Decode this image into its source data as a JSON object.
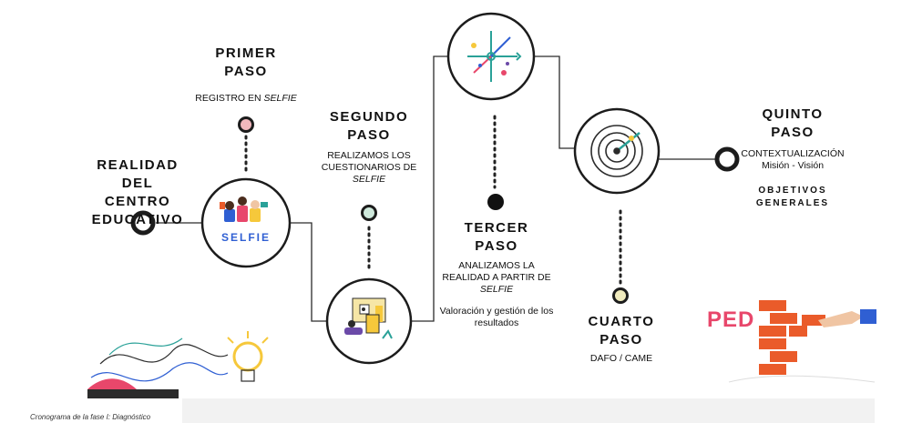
{
  "start": {
    "title_lines": [
      "REALIDAD",
      "DEL CENTRO",
      "EDUCATIVO"
    ]
  },
  "steps": {
    "primer": {
      "title_lines": [
        "PRIMER",
        "PASO"
      ],
      "desc": "REGISTRO EN",
      "desc_italic": "SELFIE",
      "logo": "SELFIE"
    },
    "segundo": {
      "title_lines": [
        "SEGUNDO",
        "PASO"
      ],
      "desc_lines": [
        "REALIZAMOS LOS",
        "CUESTIONARIOS DE"
      ],
      "desc_italic": "SELFIE"
    },
    "tercer": {
      "title_lines": [
        "TERCER",
        "PASO"
      ],
      "desc_lines": [
        "ANALIZAMOS LA",
        "REALIDAD A PARTIR DE"
      ],
      "desc_italic": "SELFIE",
      "extra_lines": [
        "Valoración y gestión de los",
        "resultados"
      ]
    },
    "cuarto": {
      "title_lines": [
        "CUARTO",
        "PASO"
      ],
      "desc": "DAFO / CAME"
    },
    "quinto": {
      "title_lines": [
        "QUINTO",
        "PASO"
      ],
      "desc_lines": [
        "CONTEXTUALIZACIÓN",
        "Misión - Visión"
      ],
      "extra_lines": [
        "OBJETIVOS",
        "GENERALES"
      ]
    }
  },
  "logo_text": "PED",
  "caption": "Cronograma de la fase I: Diagnóstico",
  "colors": {
    "line": "#2b2b2b",
    "dot_primer": "#f2b8bd",
    "dot_segundo": "#cfe9dc",
    "dot_tercer": "#111111",
    "dot_cuarto": "#f0ebbd",
    "accent_orange": "#ea5b2a",
    "accent_pink": "#e8476b",
    "accent_blue": "#2f5fd3",
    "accent_teal": "#2aa198",
    "accent_yellow": "#f6c83b"
  }
}
